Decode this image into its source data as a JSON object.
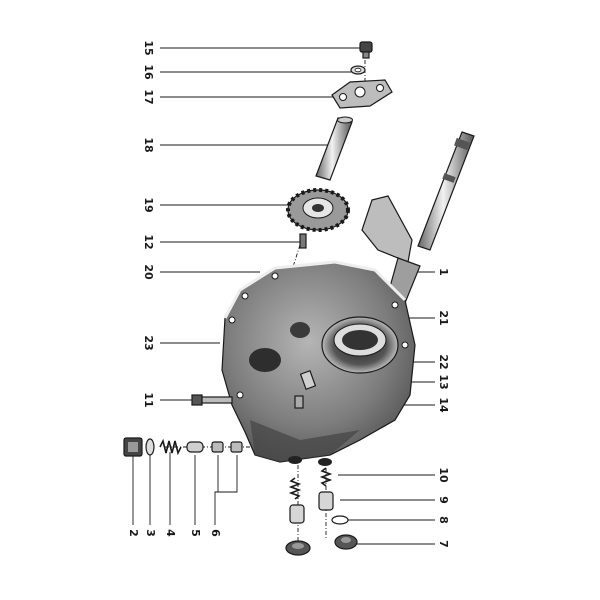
{
  "diagram": {
    "callouts": {
      "c1": "1",
      "c2": "2",
      "c3": "3",
      "c4": "4",
      "c5": "5",
      "c6": "6",
      "c7": "7",
      "c8": "8",
      "c9": "9",
      "c10": "10",
      "c11": "11",
      "c12": "12",
      "c13": "13",
      "c14": "14",
      "c15": "15",
      "c16": "16",
      "c17": "17",
      "c18": "18",
      "c19": "19",
      "c20": "20",
      "c21": "21",
      "c22": "22",
      "c23": "23"
    },
    "colors": {
      "ink": "#1a1a1a",
      "casting": "#8a8a8a",
      "casting_dark": "#3a3a3a",
      "metal_light": "#d8d8d8",
      "paper": "#ffffff"
    }
  }
}
